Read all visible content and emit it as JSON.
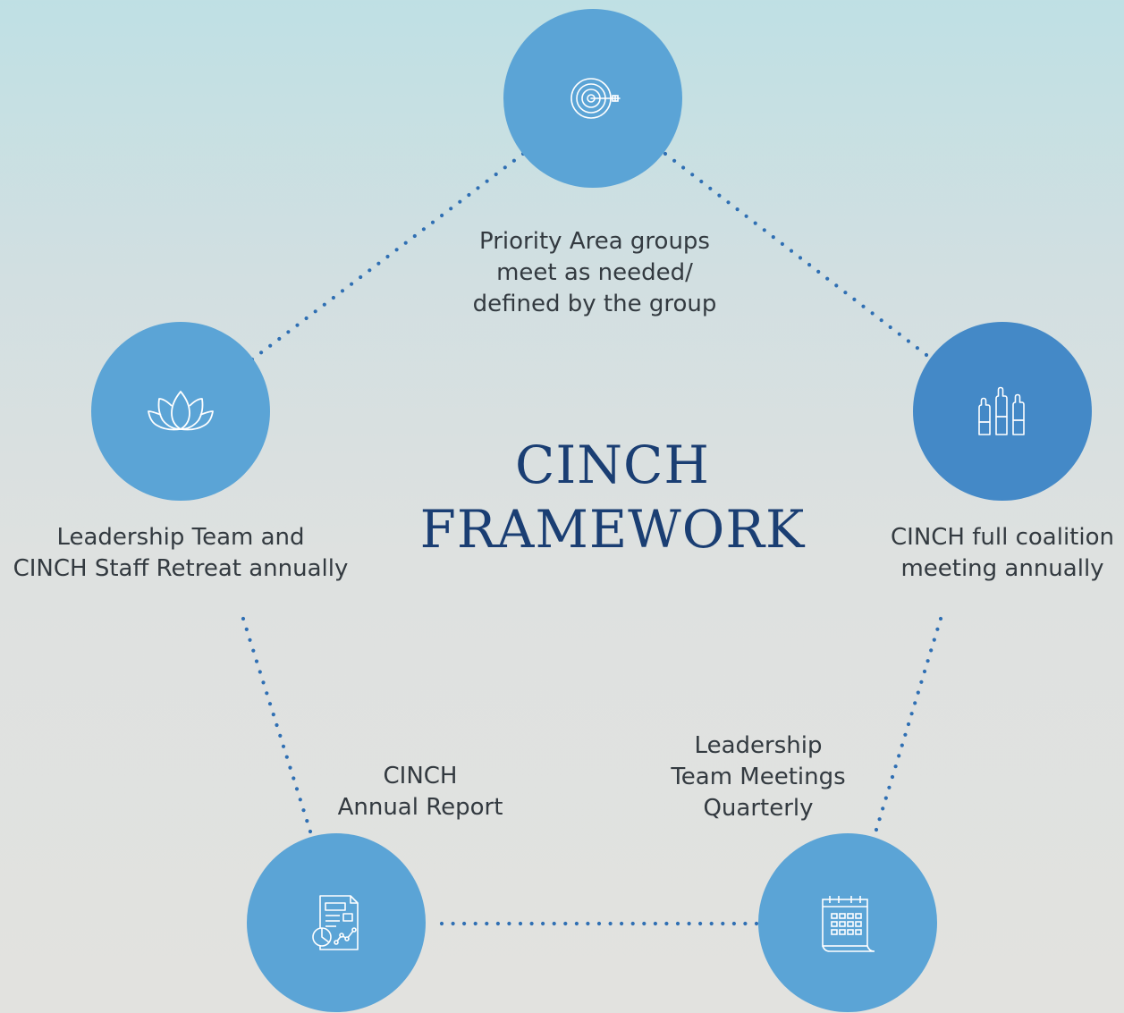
{
  "colors": {
    "node": "#5ba4d6",
    "node_dark": "#4489c7",
    "connector": "#2f6fb3",
    "title": "#1a3e73",
    "text": "#333a40"
  },
  "title": {
    "line1": "CINCH",
    "line2": "FRAMEWORK"
  },
  "nodes": [
    {
      "id": "priority-area-groups",
      "icon": "target-arrow-icon",
      "label_lines": [
        "Priority Area groups",
        "meet as needed/",
        "defined by the group"
      ]
    },
    {
      "id": "coalition-meeting",
      "icon": "raised-hands-icon",
      "label_lines": [
        "CINCH full coalition",
        "meeting annually"
      ]
    },
    {
      "id": "leadership-meetings",
      "icon": "calendar-icon",
      "label_lines": [
        "Leadership",
        "Team Meetings",
        "Quarterly"
      ]
    },
    {
      "id": "annual-report",
      "icon": "report-chart-icon",
      "label_lines": [
        "CINCH",
        "Annual Report"
      ]
    },
    {
      "id": "staff-retreat",
      "icon": "lotus-icon",
      "label_lines": [
        "Leadership Team and",
        "CINCH Staff Retreat annually"
      ]
    }
  ]
}
